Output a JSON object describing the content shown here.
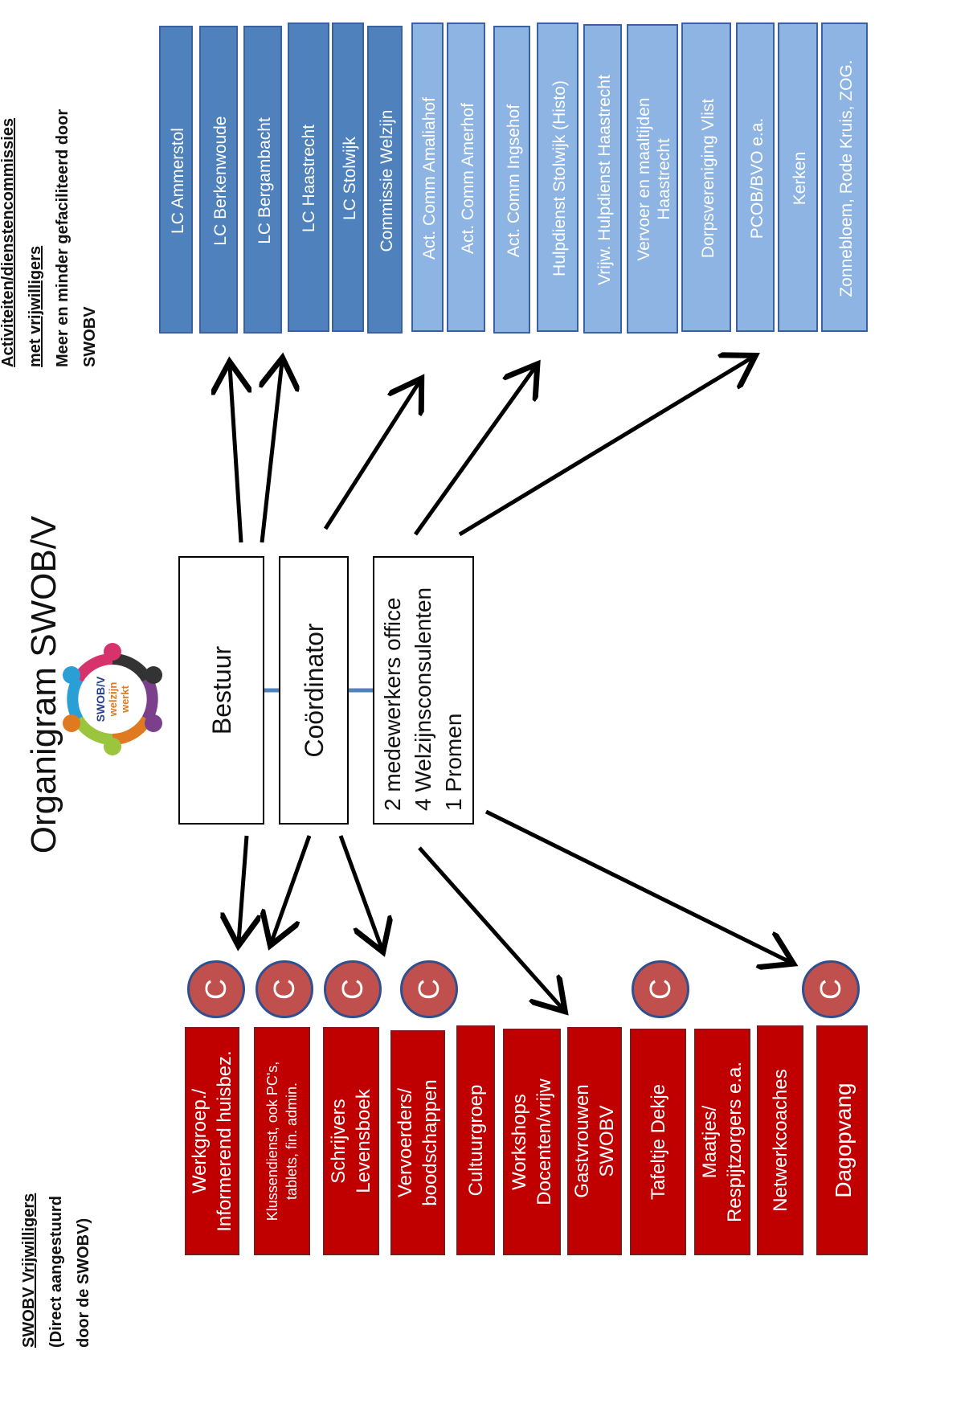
{
  "title": "Organigram SWOB/V",
  "logo": {
    "line1": "SWOB/V",
    "line2": "welzijn",
    "line3": "werkt"
  },
  "top_heading": {
    "line1": "Activiteiten/dienstencommissies",
    "line2": "met vrijwilligers",
    "line3": "Meer en minder  gefaciliteerd door",
    "line4": "SWOBV"
  },
  "bottom_heading": {
    "line1": "SWOBV Vrijwilligers",
    "line2": "(Direct aangestuurd",
    "line3": "door de SWOBV)"
  },
  "boxes": {
    "bestuur": "Bestuur",
    "coordinator": "Coördinator",
    "staff": [
      "2 medewerkers  office",
      "4 Welzijnsconsulenten",
      "1 Promen"
    ]
  },
  "committees": [
    {
      "label": "LC Ammerstol",
      "shade": "dark"
    },
    {
      "label": "LC  Berkenwoude",
      "shade": "dark"
    },
    {
      "label": "LC Bergambacht",
      "shade": "dark"
    },
    {
      "label": "LC Haastrecht",
      "shade": "dark"
    },
    {
      "label": "LC Stolwijk",
      "shade": "dark"
    },
    {
      "label": "Commissie Welzijn",
      "shade": "dark"
    },
    {
      "label": "Act. Comm Amaliahof",
      "shade": "light"
    },
    {
      "label": "Act. Comm Amerhof",
      "shade": "light"
    },
    {
      "label": "Act. Comm Ingsehof",
      "shade": "light"
    },
    {
      "label": "Hulpdienst Stolwijk (Histo)",
      "shade": "light"
    },
    {
      "label": "Vrijw. Hulpdienst Haastrecht",
      "shade": "light"
    },
    {
      "label": "Vervoer en maaltijden",
      "label2": "Haastrecht",
      "shade": "light"
    },
    {
      "label": "Dorpsvereniging Vlist",
      "shade": "light"
    },
    {
      "label": "PCOB/BVO e.a.",
      "shade": "light"
    },
    {
      "label": "Kerken",
      "shade": "light"
    },
    {
      "label": "Zonnebloem, Rode Kruis, ZOG.",
      "shade": "light"
    }
  ],
  "volunteers": [
    {
      "line1": "Werkgroep./",
      "line2": "Informerend huisbez."
    },
    {
      "line1": "Klussendienst, ook PC's,",
      "line2": "tablets, fin. admin."
    },
    {
      "line1": "Schrijvers",
      "line2": "Levensboek"
    },
    {
      "line1": "Vervoerders/",
      "line2": "boodschappen"
    },
    {
      "line1": "Cultuurgroep",
      "line2": ""
    },
    {
      "line1": "Workshops",
      "line2": "Docenten/vrijw"
    },
    {
      "line1": "Gastvrouwen",
      "line2": "SWOBV"
    },
    {
      "line1": "Tafeltje Dekje",
      "line2": ""
    },
    {
      "line1": "Maatjes/",
      "line2": "Respijtzorgers e.a."
    },
    {
      "line1": "Netwerkcoaches",
      "line2": ""
    },
    {
      "line1": "Dagopvang",
      "line2": ""
    }
  ],
  "coordinator_marker": "C",
  "colors": {
    "dark_blue": "#4f81bd",
    "light_blue": "#8eb4e3",
    "red": "#c00000",
    "circle": "#c0504d",
    "connector": "#4f81bd"
  }
}
